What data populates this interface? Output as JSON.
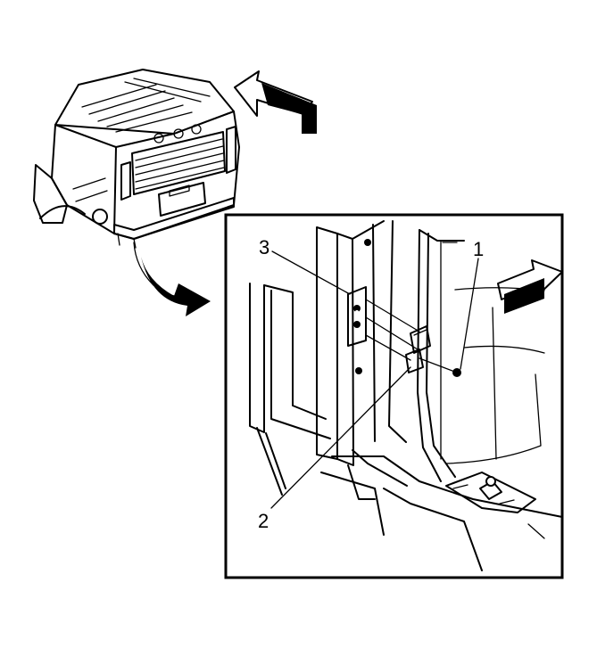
{
  "callouts": [
    {
      "id": "1",
      "label": "1",
      "name": "bolt"
    },
    {
      "id": "2",
      "label": "2",
      "name": "lower-door-hinge"
    },
    {
      "id": "3",
      "label": "3",
      "name": "upper-door-hinge"
    }
  ],
  "icons": [
    "vehicle-overview-icon",
    "view-direction-arrow-icon",
    "detail-zoom-arrow-icon"
  ]
}
